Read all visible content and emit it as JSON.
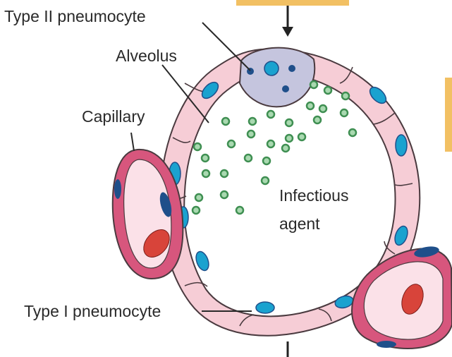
{
  "labels": {
    "type2": "Type II pneumocyte",
    "alveolus": "Alveolus",
    "capillary": "Capillary",
    "infectious_line1": "Infectious",
    "infectious_line2": "agent",
    "type1": "Type I pneumocyte"
  },
  "colors": {
    "wall_fill": "#f6cdd6",
    "wall_stroke": "#4a3a3f",
    "capillary_outer": "#d7567d",
    "capillary_inner": "#fbe1e8",
    "nucleus": "#1aa2cf",
    "nucleus_dark": "#1f4f8a",
    "rbc": "#d8443a",
    "type2_cell": "#c5c5de",
    "agent_particle": "#3f8f52",
    "agent_fill": "#a9d9b0",
    "accent_box": "#f2c063"
  }
}
